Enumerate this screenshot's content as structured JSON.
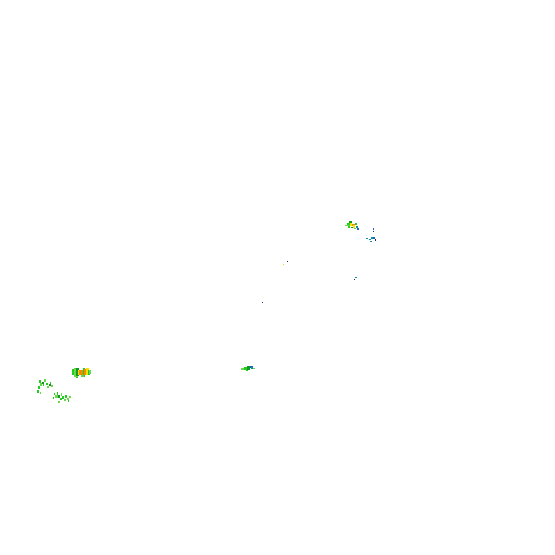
{
  "map": {
    "background": "#ffffff",
    "palette": {
      "light-green": "#6ad84a",
      "green": "#22cc22",
      "dark-green": "#0f9a1c",
      "yellow": "#f3e100",
      "orange": "#f08a00",
      "teal": "#0b8fa0",
      "blue": "#1f5fd0",
      "navy": "#122a6c"
    },
    "echo_clusters": [
      "northeast-cell",
      "northeast-scatter",
      "central-specks",
      "south-central-cell",
      "southwest-cell",
      "southwest-scatter"
    ]
  }
}
